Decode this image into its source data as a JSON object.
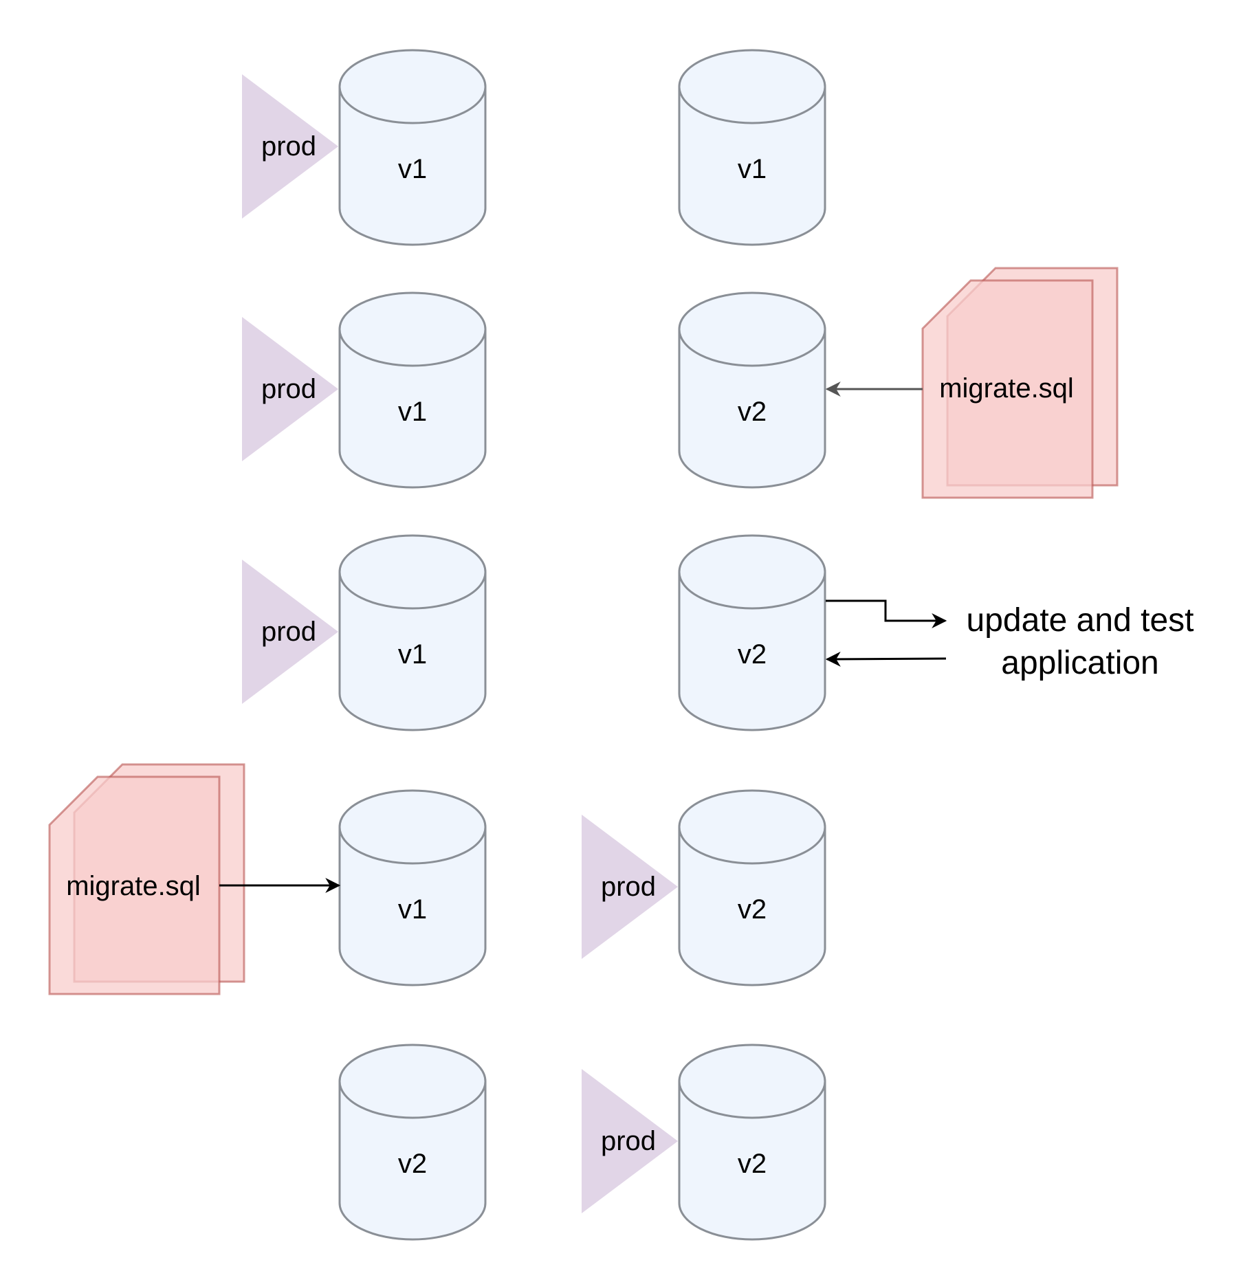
{
  "colors": {
    "db_fill": "#eff5fd",
    "db_stroke": "#8a8f96",
    "prod_fill": "#e1d5e7",
    "doc_fill": "#f8cecc",
    "doc_stroke": "#b85450",
    "arrow": "#000000",
    "arrow_gray": "#555555"
  },
  "icons": {
    "database": "database-cylinder-icon",
    "pointer": "prod-pointer-triangle-icon",
    "document": "sql-document-icon"
  },
  "diagram": {
    "prod_label": "prod",
    "migrate_label": "migrate.sql",
    "rows": [
      {
        "left_db": "v1",
        "right_db": "v1",
        "prod_target": "left"
      },
      {
        "left_db": "v1",
        "right_db": "v2",
        "prod_target": "left"
      },
      {
        "left_db": "v1",
        "right_db": "v2",
        "prod_target": "left"
      },
      {
        "left_db": "v1",
        "right_db": "v2",
        "prod_target": "right"
      },
      {
        "left_db": "v2",
        "right_db": "v2",
        "prod_target": "right"
      }
    ],
    "app_label_line1": "update and test",
    "app_label_line2": "application"
  }
}
